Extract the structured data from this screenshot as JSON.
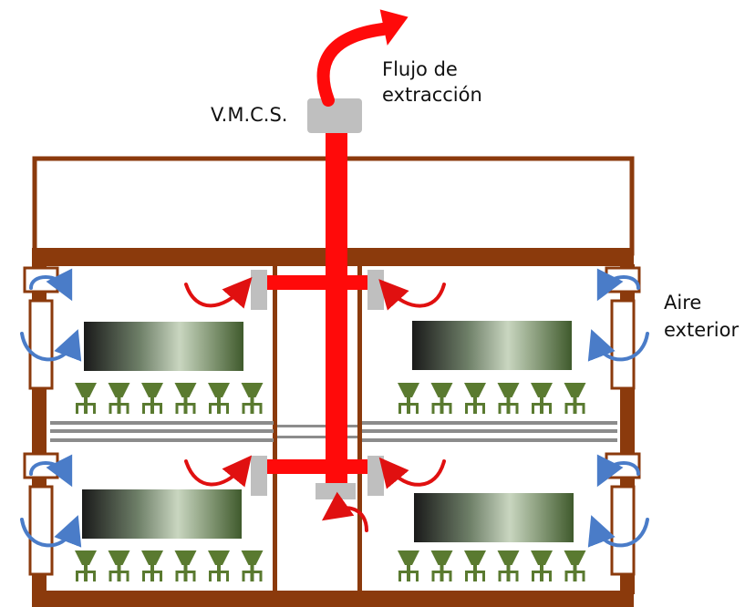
{
  "labels": {
    "vmcs": "V.M.C.S.",
    "flow_line1": "Flujo de",
    "flow_line2": "extracción",
    "air_line1": "Aire",
    "air_line2": "exterior"
  },
  "colors": {
    "wood": "#8B3A0C",
    "duct": "#FF0A0A",
    "vent": "#BFBFBF",
    "plant": "#5A7A30",
    "air_arrow": "#4A7CC8",
    "exhaust_arrow": "#E01010",
    "shelf": "#8C8C8C"
  },
  "icons": {
    "exhaust": "curved-arrow-icon",
    "air": "circular-arrow-icon",
    "plant": "seedling-icon",
    "lamp": "grow-lamp-icon"
  }
}
